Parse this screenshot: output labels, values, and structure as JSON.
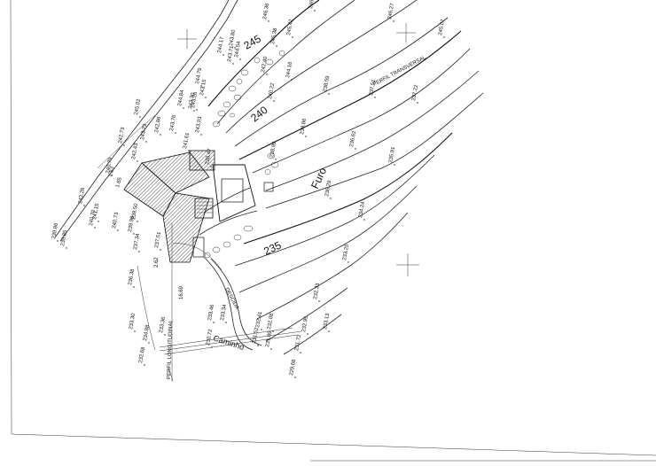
{
  "drawing": {
    "feature_labels": {
      "furo": "Furo",
      "perfil_transversal": "PERFIL TRANSVERSAL",
      "perfil_longitudinal": "PERFIL LONGITUDINAL",
      "caminho": "Caminho",
      "descida": "DESCIDA"
    },
    "contour_labels": {
      "c245": "245",
      "c240": "240",
      "c235": "235"
    },
    "dimensions": {
      "d1": "16.69",
      "d2": "2.62",
      "d3": "1.65",
      "d4": "1.53"
    },
    "spot_heights": [
      "246.36",
      "246.27",
      "246.29",
      "245.07",
      "245.42",
      "245.38",
      "244.17",
      "243.71",
      "244.54",
      "242.40",
      "244.16",
      "243.30",
      "243.15",
      "240.22",
      "238.59",
      "237.51",
      "237.22",
      "236.62",
      "239.86",
      "238.99",
      "235.91",
      "236.29",
      "234.24",
      "233.25",
      "232.33",
      "233.13",
      "245.02",
      "244.79",
      "244.84",
      "243.76",
      "243.26",
      "243.79",
      "242.86",
      "243.80",
      "242.43",
      "243.03",
      "241.61",
      "242.73",
      "240.79",
      "242.26",
      "240.70",
      "241.15",
      "240.73",
      "239.86",
      "239.85",
      "239.98",
      "239.50",
      "238.47",
      "237.34",
      "237.51",
      "236.38",
      "233.30",
      "234.88",
      "233.36",
      "233.46",
      "233.34",
      "232.41",
      "232.08",
      "231.52",
      "231.89",
      "232.95",
      "231.72",
      "230.72",
      "229.68",
      "232.68"
    ]
  }
}
